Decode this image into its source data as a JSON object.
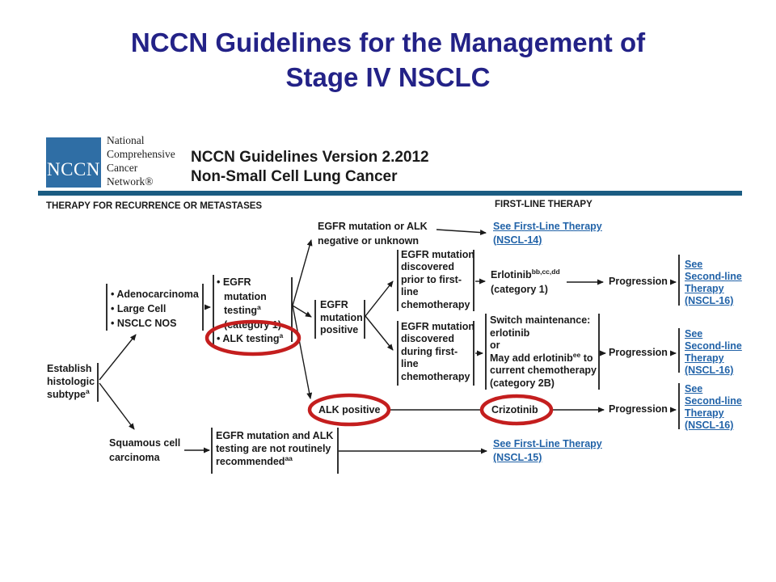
{
  "colors": {
    "title_navy": "#232287",
    "logo_blue": "#2F6EA5",
    "rule_blue": "#1B5C82",
    "link_blue": "#2263A8",
    "highlight_red": "#C41E1E",
    "ink": "#1A1A1A"
  },
  "slide": {
    "title_line1": "NCCN Guidelines for the Management of",
    "title_line2": "Stage IV NSCLC"
  },
  "header": {
    "logo_acronym": "NCCN",
    "org_line1": "National",
    "org_line2": "Comprehensive",
    "org_line3": "Cancer",
    "org_line4": "Network®",
    "version_line": "NCCN Guidelines Version 2.2012",
    "cancer_line": "Non-Small Cell Lung Cancer"
  },
  "sections": {
    "left": "THERAPY FOR RECURRENCE OR METASTASES",
    "right": "FIRST-LINE THERAPY"
  },
  "flow": {
    "establish": {
      "l1": "Establish",
      "l2": "histologic",
      "l3": "subtype",
      "l3_sup": "a"
    },
    "histology": {
      "i1": "• Adenocarcinoma",
      "i2": "• Large Cell",
      "i3": "• NSCLC NOS"
    },
    "testing": {
      "l1": "• EGFR",
      "l2": "mutation",
      "l3": "testing",
      "l3_sup": "a",
      "l4": "(category 1)",
      "l5": "• ALK testing",
      "l5_sup": "a"
    },
    "egfr_unknown": {
      "l1": "EGFR mutation or ALK",
      "l2": "negative or unknown"
    },
    "nscl14": {
      "l1": "See First-Line Therapy",
      "l2": "(NSCL-14)"
    },
    "egfr_positive": {
      "l1": "EGFR",
      "l2": "mutation",
      "l3": "positive"
    },
    "prior": {
      "l1": "EGFR mutation",
      "l2": "discovered",
      "l3": "prior to first-",
      "l4": "line",
      "l5": "chemotherapy"
    },
    "during": {
      "l1": "EGFR mutation",
      "l2": "discovered",
      "l3": "during first-",
      "l4": "line",
      "l5": "chemotherapy"
    },
    "erlotinib": {
      "l1": "Erlotinib",
      "l1_sup": "bb,cc,dd",
      "l2": "(category 1)"
    },
    "switch_maint": {
      "l1": "Switch maintenance:",
      "l2": "erlotinib",
      "l3": "or",
      "l4a": "May add erlotinib",
      "l4_sup": "ee",
      "l4b": " to",
      "l5": "current chemotherapy",
      "l6": "(category 2B)"
    },
    "alk_positive": "ALK positive",
    "crizotinib": "Crizotinib",
    "progression": "Progression",
    "nscl16": {
      "l1": "See",
      "l2": "Second-line",
      "l3": "Therapy",
      "l4": "(NSCL-16)"
    },
    "squamous": {
      "l1": "Squamous cell",
      "l2": "carcinoma"
    },
    "not_recommended": {
      "l1": "EGFR mutation and ALK",
      "l2": "testing are not routinely",
      "l3": "recommended",
      "l3_sup": "aa"
    },
    "nscl15": {
      "l1": "See First-Line Therapy",
      "l2": "(NSCL-15)"
    }
  }
}
